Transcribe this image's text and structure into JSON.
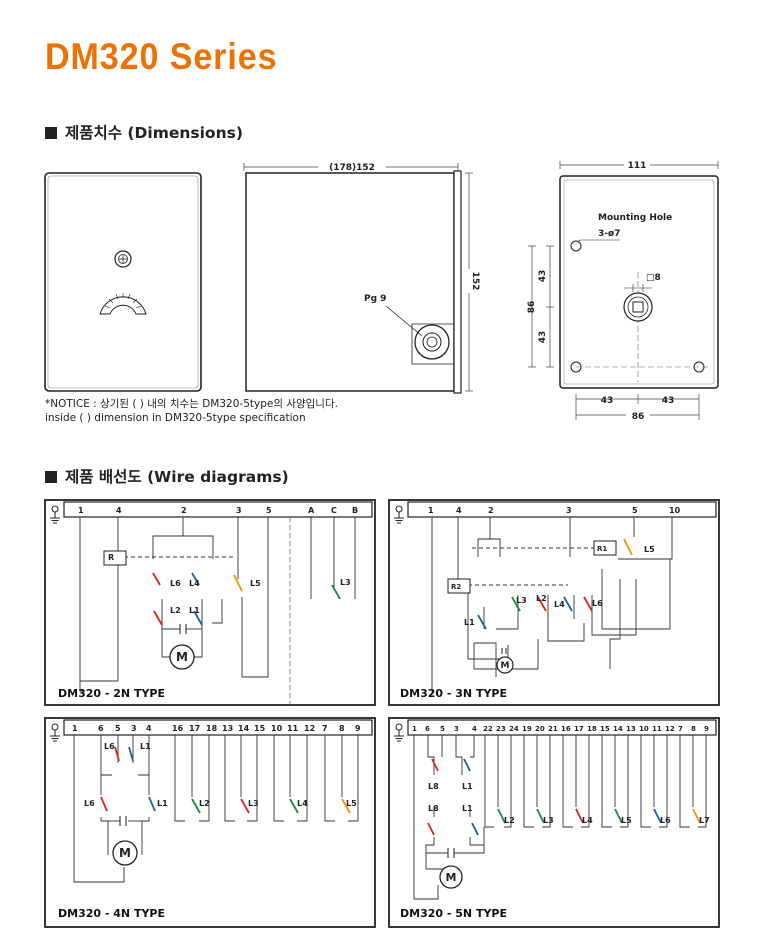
{
  "page": {
    "title": "DM320 Series",
    "dimensions_heading": "제품치수 (Dimensions)",
    "wiring_heading": "제품 배선도 (Wire diagrams)",
    "notice_line1": "*NOTICE : 상기된 ( ) 내의 치수는 DM320-5type의 사양입니다.",
    "notice_line2": "inside ( ) dimension in DM320-5type specification"
  },
  "dimensions": {
    "side_width": "(178)152",
    "side_height": "152",
    "pg_label": "Pg 9",
    "back_width": "111",
    "mount_hole_title": "Mounting Hole",
    "mount_hole_spec": "3-ø7",
    "square": "□8",
    "v_total": "86",
    "v_upper": "43",
    "v_lower": "43",
    "h_left": "43",
    "h_right": "43",
    "h_total": "86"
  },
  "diagrams": {
    "d2n": {
      "type_label": "DM320 - 2N TYPE",
      "terminals": [
        "1",
        "4",
        "2",
        "3",
        "5",
        "A",
        "C",
        "B"
      ],
      "labels": {
        "relay": "R",
        "l6": "L6",
        "l4": "L4",
        "l5": "L5",
        "l2": "L2",
        "l1": "L1",
        "l3": "L3",
        "motor": "M"
      }
    },
    "d3n": {
      "type_label": "DM320 - 3N TYPE",
      "terminals": [
        "1",
        "4",
        "2",
        "3",
        "5",
        "10"
      ],
      "labels": {
        "r1": "R1",
        "r2": "R2",
        "l5": "L5",
        "l3": "L3",
        "l2": "L2",
        "l4": "L4",
        "l6": "L6",
        "l1": "L1",
        "motor": "M"
      }
    },
    "d4n": {
      "type_label": "DM320 - 4N TYPE",
      "terminals": [
        "1",
        "6",
        "5",
        "3",
        "4",
        "16",
        "17",
        "18",
        "13",
        "14",
        "15",
        "10",
        "11",
        "12",
        "7",
        "8",
        "9"
      ],
      "labels": {
        "l6a": "L6",
        "l1a": "L1",
        "l6b": "L6",
        "l1b": "L1",
        "l2": "L2",
        "l3": "L3",
        "l4": "L4",
        "l5": "L5",
        "motor": "M"
      }
    },
    "d5n": {
      "type_label": "DM320 - 5N TYPE",
      "terminals": [
        "1",
        "6",
        "5",
        "3",
        "4",
        "22",
        "23",
        "24",
        "19",
        "20",
        "21",
        "16",
        "17",
        "18",
        "15",
        "14",
        "13",
        "10",
        "11",
        "12",
        "7",
        "8",
        "9"
      ],
      "labels": {
        "l8a": "L8",
        "l1a": "L1",
        "l8b": "L8",
        "l1b": "L1",
        "l2": "L2",
        "l3": "L3",
        "l4": "L4",
        "l5": "L5",
        "l6": "L6",
        "l7": "L7",
        "motor": "M"
      }
    }
  },
  "colors": {
    "title": "#ee7203",
    "red": "#d9241c",
    "blue": "#1f5fae",
    "green": "#1e8a3a",
    "orange": "#f39200"
  }
}
